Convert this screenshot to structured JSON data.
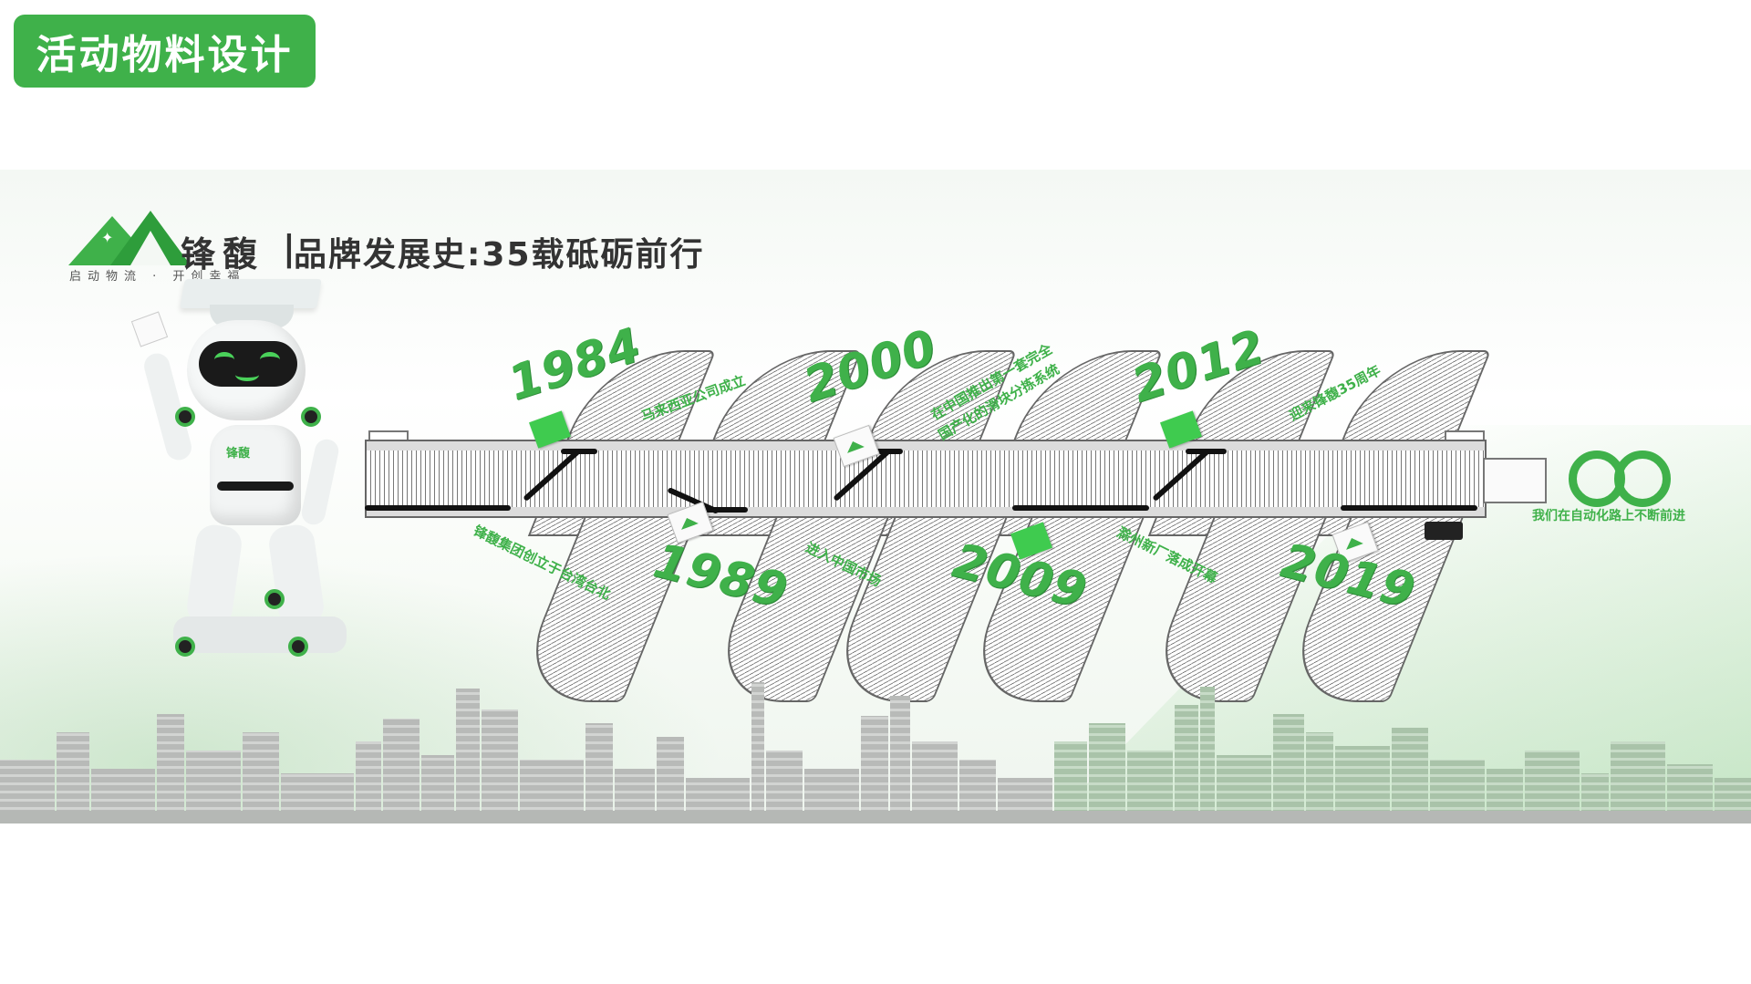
{
  "header": {
    "tag_label": "活动物料设计"
  },
  "brand": {
    "name": "锋馥",
    "slogan": "启动物流 · 开创幸福",
    "separator": "|",
    "title": "品牌发展史:35载砥砺前行"
  },
  "robot": {
    "chest_label": "锋馥"
  },
  "timeline": {
    "milestones": [
      {
        "year": "1984",
        "caption": "锋馥集团创立于台湾台北"
      },
      {
        "year": "1989",
        "caption": "马来西亚公司成立"
      },
      {
        "year": "2000",
        "caption": "进入中国市场"
      },
      {
        "year": "2009",
        "caption_line1": "在中国推出第一套完全",
        "caption_line2": "国产化的滑块分拣系统"
      },
      {
        "year": "2012",
        "caption": "滁州新厂落成开幕"
      },
      {
        "year": "2019",
        "caption": "迎来锋馥35周年"
      }
    ],
    "future": {
      "symbol": "∞",
      "caption": "我们在自动化路上不断前进"
    }
  },
  "colors": {
    "accent": "#3fb14a",
    "dark_accent": "#2e9d3b",
    "text": "#333333",
    "skyline_gray": "#b8bab8",
    "skyline_green": "#a9c3a9"
  },
  "icons": [
    "mountain-logo-icon",
    "infinity-icon",
    "package-icon",
    "cart-icon"
  ]
}
